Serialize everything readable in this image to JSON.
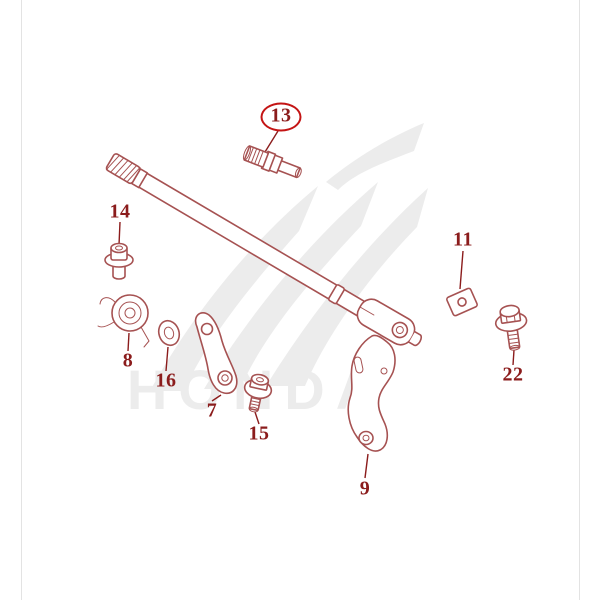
{
  "diagram": {
    "type": "exploded-parts-diagram",
    "watermark": "HONDA"
  },
  "colors": {
    "line": "#a65252",
    "label": "#8b1c1c",
    "highlight": "#c41414",
    "watermark": "#ececec",
    "background": "#ffffff"
  },
  "labels": [
    {
      "id": "13",
      "circled": true
    },
    {
      "id": "14"
    },
    {
      "id": "11"
    },
    {
      "id": "8"
    },
    {
      "id": "16"
    },
    {
      "id": "7"
    },
    {
      "id": "15"
    },
    {
      "id": "22"
    },
    {
      "id": "9"
    }
  ]
}
